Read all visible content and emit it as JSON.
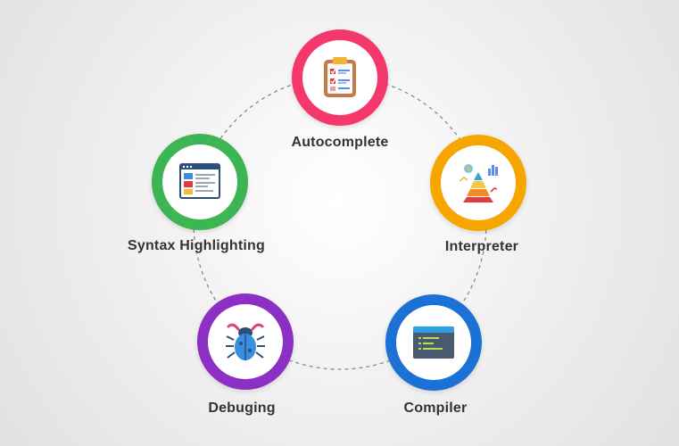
{
  "features": [
    {
      "label": "Autocomplete",
      "icon": "clipboard-checklist-icon",
      "color": "#f5386b"
    },
    {
      "label": "Interpreter",
      "icon": "pyramid-chart-icon",
      "color": "#f7a600"
    },
    {
      "label": "Compiler",
      "icon": "terminal-window-icon",
      "color": "#1c71d6"
    },
    {
      "label": "Debuging",
      "icon": "bug-icon",
      "color": "#8c2fc4"
    },
    {
      "label": "Syntax Highlighting",
      "icon": "code-editor-window-icon",
      "color": "#3db552"
    }
  ]
}
